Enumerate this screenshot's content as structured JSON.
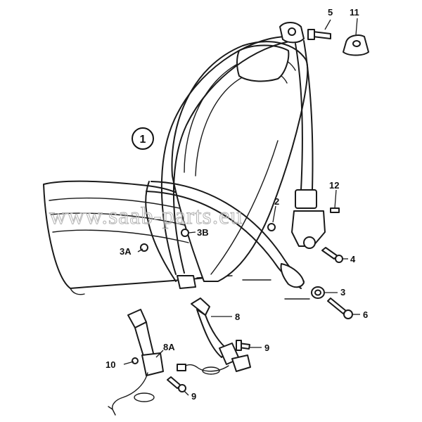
{
  "watermark": "www.saab-parts.eu",
  "callouts": {
    "c1": "1",
    "c5": "5",
    "c11": "11",
    "c12": "12",
    "c2": "2",
    "c3B": "3B",
    "c3A": "3A",
    "c4": "4",
    "c3": "3",
    "c6": "6",
    "c8": "8",
    "c9a": "9",
    "c8A": "8A",
    "c10": "10",
    "c9b": "9"
  }
}
